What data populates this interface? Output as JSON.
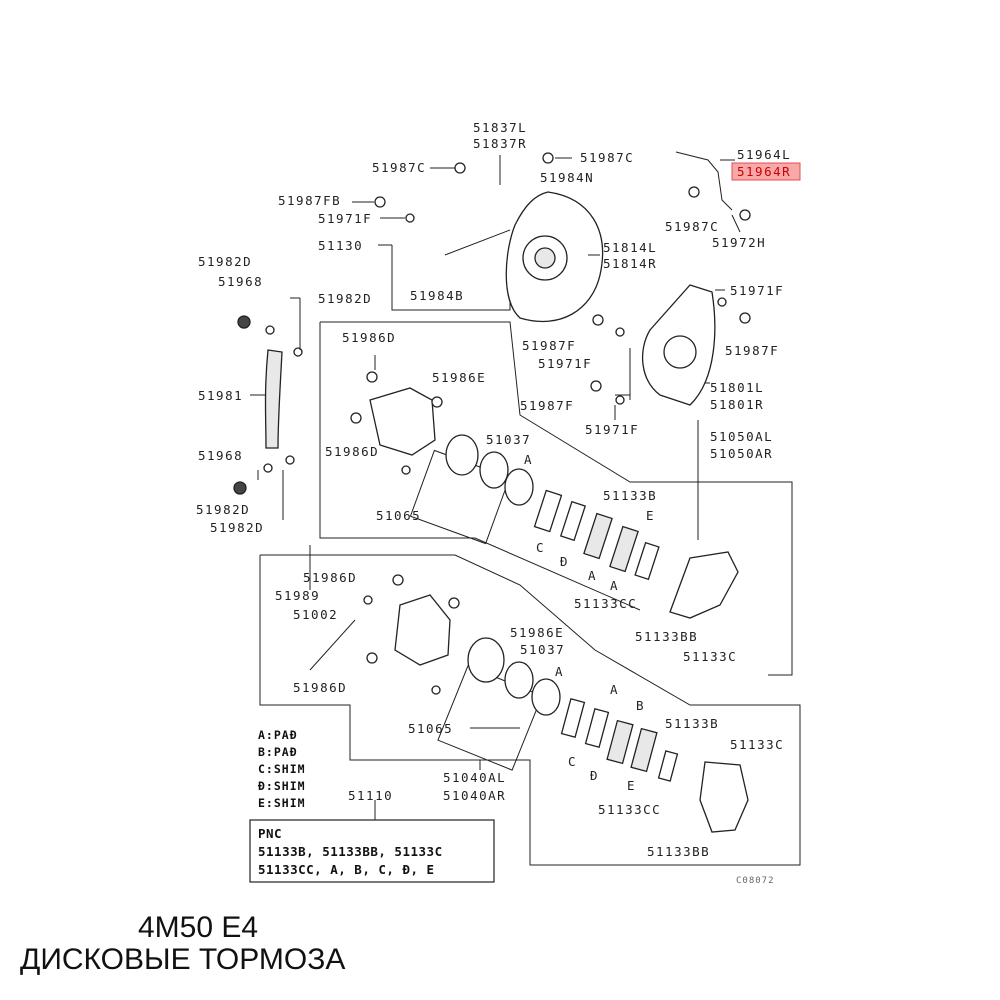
{
  "labels": {
    "p51837": [
      "51837L",
      "51837R"
    ],
    "p51987C_a": "51987C",
    "p51987C_b": "51987C",
    "p51984N": "51984N",
    "p51964": [
      "51964L",
      "51964R"
    ],
    "p51987FB": "51987FB",
    "p51971F_a": "51971F",
    "p51130": "51130",
    "p51987C_c": "51987C",
    "p51972H": "51972H",
    "p51814": [
      "51814L",
      "51814R"
    ],
    "p51982D_a": "51982D",
    "p51968_a": "51968",
    "p51982D_b": "51982D",
    "p51984B": "51984B",
    "p51971F_b": "51971F",
    "p51987F_a": "51987F",
    "p51986D_a": "51986D",
    "p51987F_b": "51987F",
    "p51971F_c": "51971F",
    "p51981": "51981",
    "p51986E_a": "51986E",
    "p51801": [
      "51801L",
      "51801R"
    ],
    "p51987F_c": "51987F",
    "p51971F_d": "51971F",
    "p51037_a": "51037",
    "p51050": [
      "51050AL",
      "51050AR"
    ],
    "p51968_b": "51968",
    "p51986D_b": "51986D",
    "letterA_1": "A",
    "p51982D_c": "51982D",
    "p51982D_d": "51982D",
    "p51065_a": "51065",
    "p51133B_a": "51133B",
    "letterE_1": "E",
    "letterC_1": "C",
    "letterD_1": "Đ",
    "letterA_2": "A",
    "letterA_3": "A",
    "p51133CC_a": "51133CC",
    "p51133BB_a": "51133BB",
    "p51133C_a": "51133C",
    "p51986D_c": "51986D",
    "p51989": "51989",
    "p51002": "51002",
    "p51986E_b": "51986E",
    "p51037_b": "51037",
    "letterA_4": "A",
    "p51986D_d": "51986D",
    "letterA_5": "A",
    "letterB_1": "B",
    "p51065_b": "51065",
    "p51133B_b": "51133B",
    "p51133C_b": "51133C",
    "letterC_2": "C",
    "letterD_2": "Đ",
    "letterE_2": "E",
    "p51040": [
      "51040AL",
      "51040AR"
    ],
    "p51110": "51110",
    "p51133CC_b": "51133CC",
    "p51133BB_b": "51133BB"
  },
  "legend": [
    "A:PAĐ",
    "B:PAĐ",
    "C:SHIM",
    "Đ:SHIM",
    "E:SHIM"
  ],
  "pnc": {
    "title": "PNC",
    "line1": "51133B, 51133BB, 51133C",
    "line2": "51133CC, A, B, C, Đ, E"
  },
  "diagram_code": "C08072",
  "caption": {
    "line1": "4M50 E4",
    "line2": "ДИСКОВЫЕ ТОРМОЗА"
  },
  "colors": {
    "highlight_fill": "#f7a8a8",
    "highlight_stroke": "#e05050",
    "highlight_text": "#cc0000"
  }
}
